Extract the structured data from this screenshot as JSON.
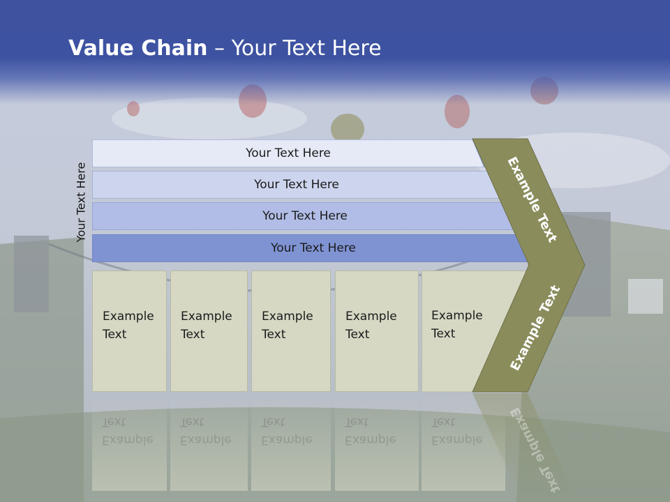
{
  "slide": {
    "title_bold": "Value Chain",
    "title_rest": " – Your Text Here",
    "side_label": "Your Text Here",
    "rows": [
      {
        "label": "Your Text Here",
        "color": "#e6eaf6"
      },
      {
        "label": "Your Text Here",
        "color": "#cdd5ee"
      },
      {
        "label": "Your Text Here",
        "color": "#b1bde6"
      },
      {
        "label": "Your Text Here",
        "color": "#7f93d3"
      }
    ],
    "boxes": [
      {
        "line1": "Example",
        "line2": "Text"
      },
      {
        "line1": "Example",
        "line2": "Text"
      },
      {
        "line1": "Example",
        "line2": "Text"
      },
      {
        "line1": "Example",
        "line2": "Text"
      },
      {
        "line1": "Example",
        "line2": "Text"
      }
    ],
    "chevron_top_label": "Example Text",
    "chevron_bottom_label": "Example Text",
    "colors": {
      "title_band": "#3d52a1",
      "chevron": "#8a8c5c",
      "box_fill": "#d6d8c4"
    }
  }
}
